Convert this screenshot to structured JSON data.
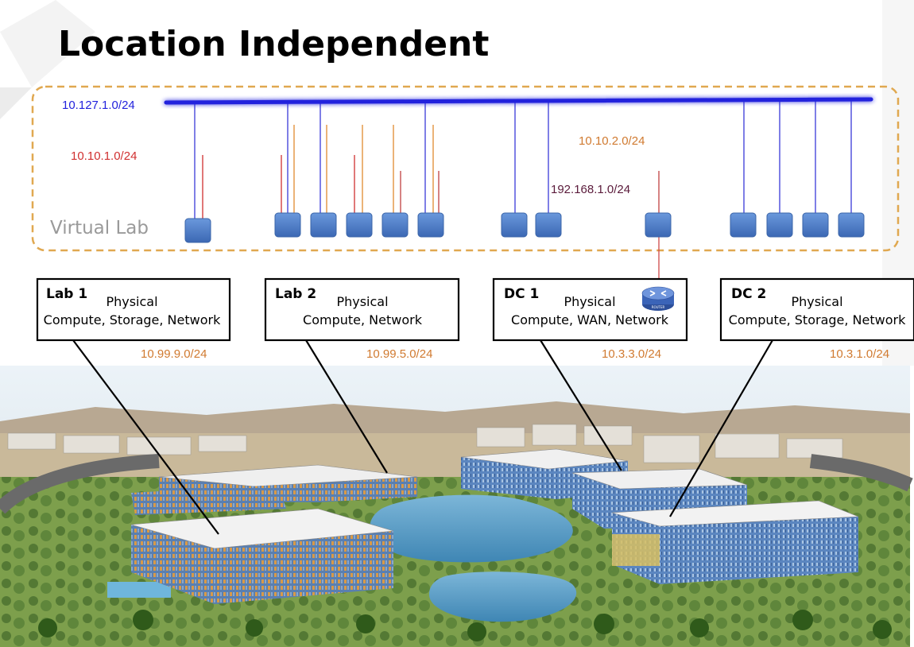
{
  "title": "Location Independent",
  "virtual_lab": {
    "label": "Virtual Lab",
    "networks": [
      {
        "id": "n127",
        "label": "10.127.1.0/24",
        "color": "#2222dd"
      },
      {
        "id": "n102",
        "label": "10.10.2.0/24",
        "color": "#e08a30"
      },
      {
        "id": "n101",
        "label": "10.10.1.0/24",
        "color": "#d03030"
      },
      {
        "id": "n192",
        "label": "192.168.1.0/24",
        "color": "#5a1a6a"
      }
    ]
  },
  "sites": [
    {
      "name": "Lab 1",
      "line1": "Physical",
      "line2": "Compute, Storage, Network",
      "subnet": "10.99.9.0/24"
    },
    {
      "name": "Lab 2",
      "line1": "Physical",
      "line2": "Compute, Network",
      "subnet": "10.99.5.0/24"
    },
    {
      "name": "DC 1",
      "line1": "Physical",
      "line2": "Compute, WAN, Network",
      "subnet": "10.3.3.0/24"
    },
    {
      "name": "DC 2",
      "line1": "Physical",
      "line2": "Compute, Storage, Network",
      "subnet": "10.3.1.0/24"
    }
  ],
  "colors": {
    "node": "#4a7cc8",
    "dash_border": "#e0a850",
    "site_subnet": "#d07a30"
  },
  "router_icon": {
    "icon": "router-icon",
    "label": "ROUTER"
  }
}
